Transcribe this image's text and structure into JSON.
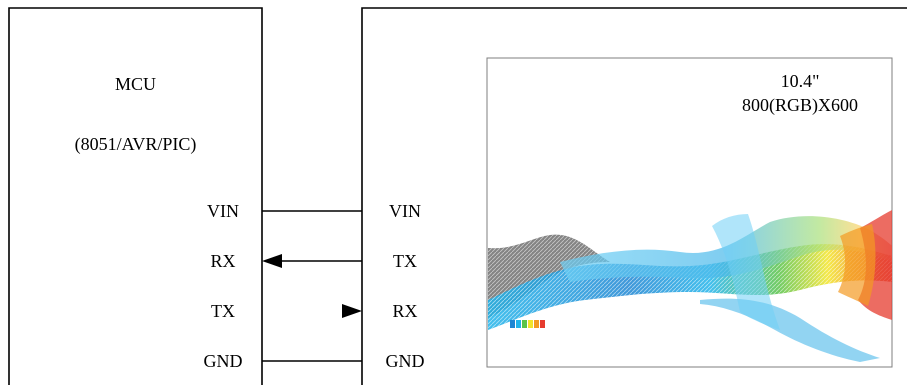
{
  "mcu": {
    "title": "MCU",
    "subtitle": "(8051/AVR/PIC)",
    "pins": [
      "VIN",
      "RX",
      "TX",
      "GND"
    ]
  },
  "display": {
    "pins": [
      "VIN",
      "TX",
      "RX",
      "GND"
    ],
    "size_label": "10.4\"",
    "resolution_label": "800(RGB)X600"
  },
  "connections": [
    {
      "from": "MCU.VIN",
      "to": "Display.VIN",
      "arrow": "none"
    },
    {
      "from": "Display.TX",
      "to": "MCU.RX",
      "arrow": "left"
    },
    {
      "from": "MCU.TX",
      "to": "Display.RX",
      "arrow": "right"
    },
    {
      "from": "MCU.GND",
      "to": "Display.GND",
      "arrow": "none"
    }
  ],
  "colors": {
    "line": "#000000",
    "screen_border": "#7f7f7f",
    "wave_gray": "#6e6e6e",
    "wave_cyan": "#22b4ea",
    "wave_blue": "#1e86d3",
    "wave_green": "#59c349",
    "wave_yellow": "#f2e52a",
    "wave_orange": "#f39a22",
    "wave_red": "#e63b2e"
  }
}
